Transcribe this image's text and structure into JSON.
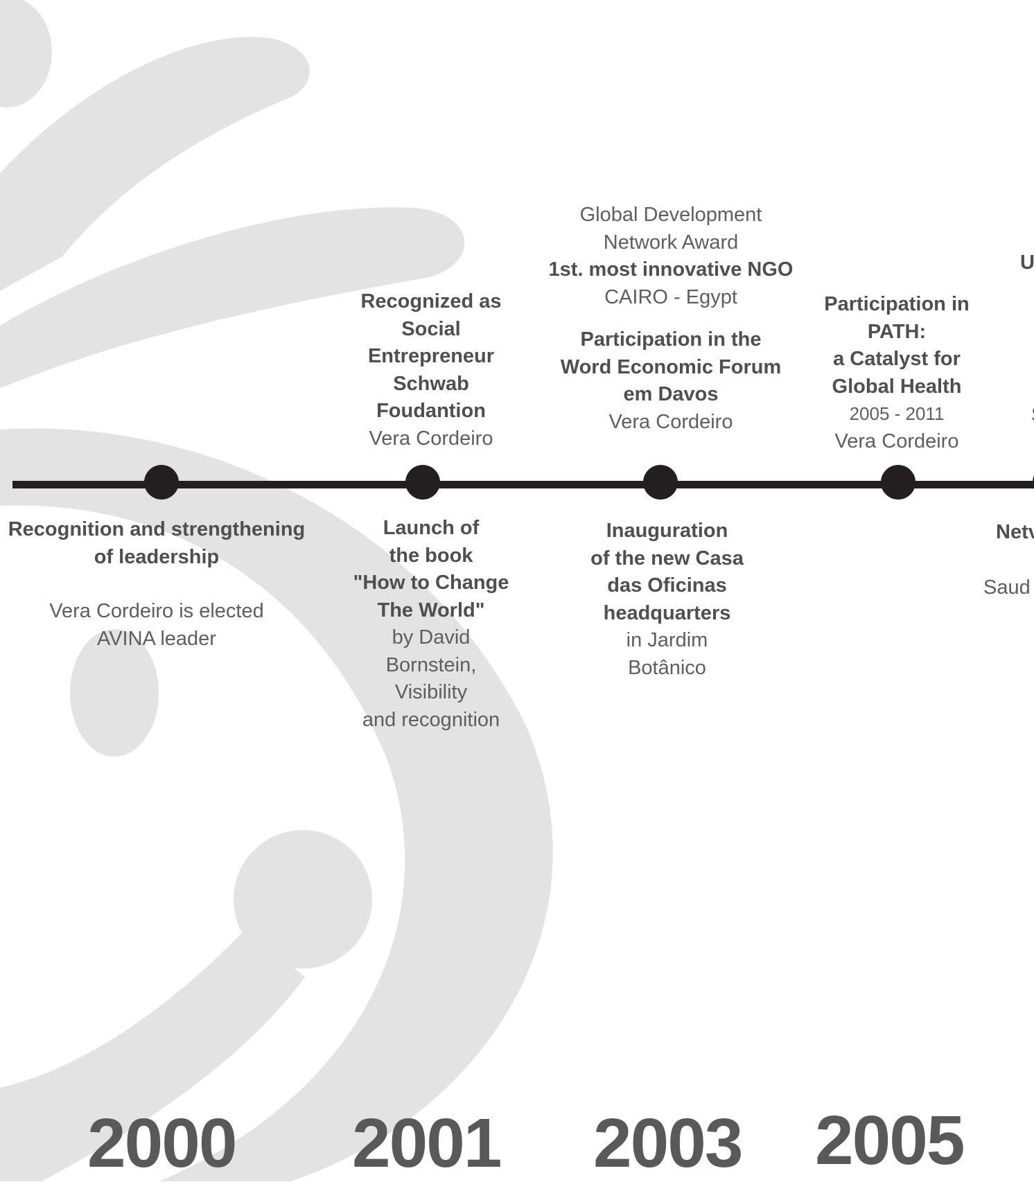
{
  "timeline": {
    "events": [
      {
        "year": "2000",
        "above": [],
        "below": [
          {
            "text": "Recognition and strengthening",
            "style": "b"
          },
          {
            "text": "of leadership",
            "style": "b"
          },
          {
            "text": "",
            "style": "gap"
          },
          {
            "text": "Vera Cordeiro is elected",
            "style": "l"
          },
          {
            "text": "AVINA leader",
            "style": "l"
          }
        ]
      },
      {
        "year": "2001",
        "above": [
          {
            "text": "Recognized as",
            "style": "b"
          },
          {
            "text": "Social",
            "style": "b"
          },
          {
            "text": "Entrepreneur",
            "style": "b"
          },
          {
            "text": "Schwab",
            "style": "b"
          },
          {
            "text": "Foudantion",
            "style": "b"
          },
          {
            "text": "Vera Cordeiro",
            "style": "l"
          }
        ],
        "below": [
          {
            "text": "Launch of",
            "style": "b"
          },
          {
            "text": "the book",
            "style": "b"
          },
          {
            "text": "\"How to Change",
            "style": "b"
          },
          {
            "text": "The World\"",
            "style": "b"
          },
          {
            "text": "by David",
            "style": "l"
          },
          {
            "text": "Bornstein,",
            "style": "l"
          },
          {
            "text": "Visibility",
            "style": "l"
          },
          {
            "text": "and recognition",
            "style": "l"
          }
        ]
      },
      {
        "year": "2003",
        "above": [
          {
            "text": "Global Development",
            "style": "l"
          },
          {
            "text": "Network Award",
            "style": "l"
          },
          {
            "text": "1st. most innovative NGO",
            "style": "b"
          },
          {
            "text": "CAIRO - Egypt",
            "style": "l"
          },
          {
            "text": "",
            "style": "gap-s"
          },
          {
            "text": "Participation in the",
            "style": "b"
          },
          {
            "text": "Word Economic Forum",
            "style": "b"
          },
          {
            "text": "em Davos",
            "style": "b"
          },
          {
            "text": "Vera Cordeiro",
            "style": "l"
          }
        ],
        "below": [
          {
            "text": "Inauguration",
            "style": "b"
          },
          {
            "text": "of the new Casa",
            "style": "b"
          },
          {
            "text": "das Oficinas",
            "style": "b"
          },
          {
            "text": "headquarters",
            "style": "b"
          },
          {
            "text": "in Jardim",
            "style": "l"
          },
          {
            "text": "Botânico",
            "style": "l"
          }
        ]
      },
      {
        "year": "2005",
        "above": [
          {
            "text": "Participation in",
            "style": "b"
          },
          {
            "text": "PATH:",
            "style": "b"
          },
          {
            "text": "a Catalyst for",
            "style": "b"
          },
          {
            "text": "Global Health",
            "style": "b"
          },
          {
            "text": "2005 - 2011",
            "style": "l sm"
          },
          {
            "text": "Vera Cordeiro",
            "style": "l"
          }
        ],
        "below": []
      }
    ],
    "clipped_right": {
      "above_top": "U",
      "above_bottom": "S",
      "below_1": "Netv",
      "below_2": "Saud"
    }
  },
  "colors": {
    "line": "#231f20",
    "logo": "#e3e3e3",
    "bold_text": "#4f4f4f",
    "light_text": "#5e5e5e",
    "year": "#595959"
  }
}
